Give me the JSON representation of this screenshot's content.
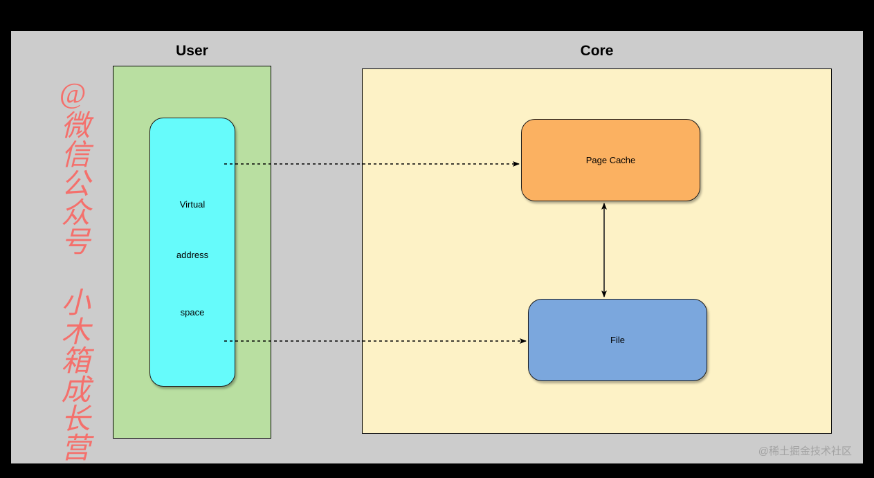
{
  "canvas": {
    "background": "#cccccc",
    "outer_background": "#000000"
  },
  "sections": [
    {
      "id": "user",
      "title": "User",
      "fill": "#b9dfa1",
      "stroke": "#000000"
    },
    {
      "id": "core",
      "title": "Core",
      "fill": "#fdf2c6",
      "stroke": "#000000"
    }
  ],
  "nodes": {
    "virtual_address_space": {
      "lines": [
        "Virtual",
        "address",
        "space"
      ],
      "fill": "#66fbfb",
      "stroke": "#1b1b1b"
    },
    "page_cache": {
      "label": "Page Cache",
      "fill": "#fbb161",
      "stroke": "#1b1b1b"
    },
    "file": {
      "label": "File",
      "fill": "#7ba7dd",
      "stroke": "#1b1b1b"
    }
  },
  "edges": [
    {
      "id": "vaddr-to-pagecache",
      "from": "virtual_address_space",
      "to": "page_cache",
      "style": "dashed",
      "direction": "forward",
      "label": ""
    },
    {
      "id": "pagecache-to-file",
      "from": "page_cache",
      "to": "file",
      "style": "solid",
      "direction": "both",
      "label": ""
    },
    {
      "id": "vaddr-to-file",
      "from": "virtual_address_space",
      "to": "file",
      "style": "dashed",
      "direction": "forward",
      "label": ""
    }
  ],
  "watermarks": {
    "left": "@微信公众号 小木箱成长营",
    "left_color": "#f4706c",
    "bottom_right": "@稀土掘金技术社区",
    "bottom_right_color": "#a3a3a3"
  }
}
